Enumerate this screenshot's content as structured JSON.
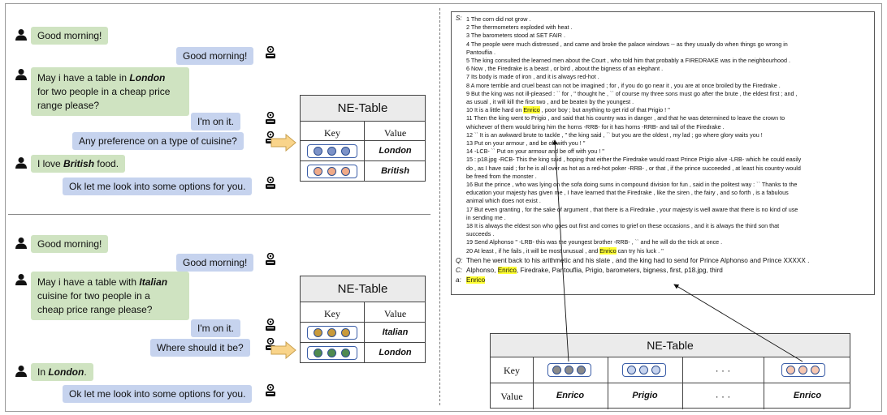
{
  "top_dialogue": {
    "u1": "Good morning!",
    "s1": "Good morning!",
    "u2_a": "May i have a table in ",
    "u2_city": "London",
    "u2_b": "for two people in a cheap price",
    "u2_c": "range please?",
    "s2": "I'm on it.",
    "s3": "Any preference on a type of cuisine?",
    "u3_a": "I love ",
    "u3_food": "British",
    "u3_b": " food.",
    "s4": "Ok let me look into some options for you."
  },
  "top_table": {
    "title": "NE-Table",
    "header_key": "Key",
    "header_value": "Value",
    "rows": [
      {
        "value": "London",
        "dot_color": "#7d93c8"
      },
      {
        "value": "British",
        "dot_color": "#f0aa88"
      }
    ]
  },
  "bottom_dialogue": {
    "u1": "Good morning!",
    "s1": "Good morning!",
    "u2_a": "May i have a table with ",
    "u2_food": "Italian",
    "u2_b": "cuisine for two people in a",
    "u2_c": "cheap price range please?",
    "s2": "I'm on it.",
    "s3": "Where should it be?",
    "u3_a": "In ",
    "u3_city": "London",
    "u3_b": ".",
    "s4": "Ok let me look into some options for you."
  },
  "bottom_table": {
    "title": "NE-Table",
    "header_key": "Key",
    "header_value": "Value",
    "rows": [
      {
        "value": "Italian",
        "dot_color": "#c99a3a"
      },
      {
        "value": "London",
        "dot_color": "#4f8a4f"
      }
    ]
  },
  "story": {
    "s_label": "S:",
    "lines": [
      "1 The corn did not grow .",
      "2 The thermometers exploded with heat .",
      "3 The barometers stood at SET FAIR .",
      "4 The people were much distressed , and came and broke the palace windows -- as they usually do when things go wrong in",
      "Pantouflia .",
      "5 The king consulted the learned men about the Court , who told him that probably a FIREDRAKE was in the neighbourhood .",
      "6 Now , the Firedrake is a beast , or bird , about the bigness of an elephant .",
      "7 Its body is made of iron , and it is always red-hot .",
      "8 A more terrible and cruel beast can not be imagined ; for , if you do go near it , you are at once broiled by the Firedrake .",
      "9 But the king was not ill-pleased : `` for , '' thought he , `` of course my three sons must go after the brute , the eldest first ; and ,",
      "as usual , it will kill the first two , and be beaten by the youngest .",
      "10 It is a little hard on |Enrico| , poor boy ; but anything to get rid of that Prigio ! ''",
      "11 Then the king went to Prigio , and said that his country was in danger , and that he was determined to leave the crown to",
      "whichever of them would bring him the horns -RRB- for it has horns -RRB- and tail of the Firedrake .",
      "12 `` It is an awkward brute to tackle , '' the king said , `` but you are the oldest , my lad ; go where glory waits you !",
      "13 Put on your armour , and be off with you ! ''",
      "14 -LCB- `` Put on your armour and be off with you ! ''",
      "15 : p18.jpg -RCB- This the king said , hoping that either the Firedrake would roast Prince Prigio alive -LRB- which he could easily",
      "do , as I have said ; for he is all over as hot as a red-hot poker -RRB- , or that , if the prince succeeded , at least his country would",
      "be freed from the monster .",
      "16 But the prince , who was lying on the sofa doing sums in compound division for fun , said in the politest way : `` Thanks to the",
      "education your majesty has given me , I have learned that the Firedrake , like the siren , the fairy , and so forth , is a fabulous",
      "animal which does not exist .",
      "17 But even granting , for the sake of argument , that there is a Firedrake , your majesty is well aware that there is no kind of use",
      "in sending me .",
      "18 It is always the eldest son who goes out first and comes to grief on these occasions , and it is always the third son that",
      "succeeds .",
      "19 Send Alphonso '' -LRB- this was the youngest brother -RRB- , `` and he will do the trick at once .",
      "20 At least , if he fails , it will be most unusual , and |Enrico| can try his luck . ''"
    ],
    "q_label": "Q:",
    "q_text": "Then he went back to his arithmetic and his slate , and the king had to send for Prince Alphonso and Prince XXXXX .",
    "c_label": "C:",
    "c_text": "Alphonso, |Enrico|, Firedrake, Pantouflia, Prigio, barometers, bigness, first, p18.jpg, third",
    "a_label": "a:",
    "a_text": "|Enrico|"
  },
  "story_table": {
    "title": "NE-Table",
    "row_key_label": "Key",
    "row_value_label": "Value",
    "ellipsis": "· · ·",
    "values": [
      "Enrico",
      "Prigio",
      "· · ·",
      "Enrico"
    ],
    "key_dot_colors": [
      "#8a8a8a",
      "#c6d3ee",
      "",
      "#f7c7b0"
    ]
  },
  "colors": {
    "user_bubble": "#cfe3c1",
    "system_bubble": "#c6d3ee",
    "highlight": "#ffff33",
    "arrow_fill": "#f9d48a"
  }
}
